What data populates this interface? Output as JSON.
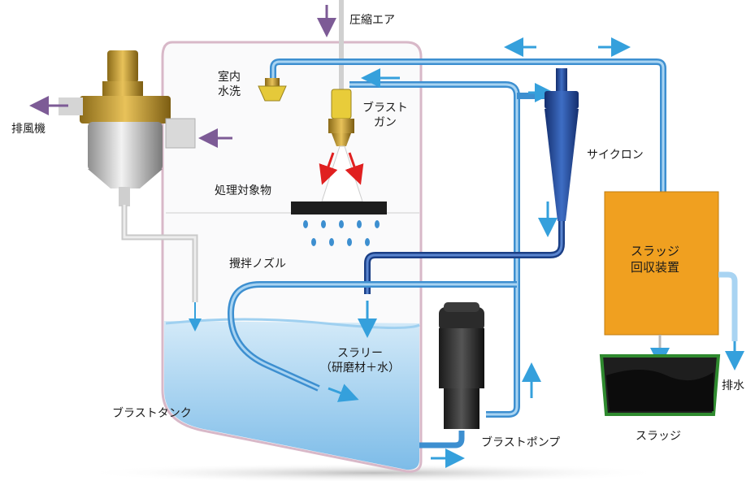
{
  "labels": {
    "compressed_air": "圧縮エア",
    "room_wash_line1": "室内",
    "room_wash_line2": "水洗",
    "blast_gun_line1": "ブラスト",
    "blast_gun_line2": "ガン",
    "exhaust": "排風機",
    "workpiece": "処理対象物",
    "cyclone": "サイクロン",
    "agitator_nozzle": "攪拌ノズル",
    "slurry_line1": "スラリー",
    "slurry_line2": "（研磨材＋水）",
    "blast_tank": "ブラストタンク",
    "blast_pump": "ブラストポンプ",
    "sludge_recovery_line1": "スラッジ",
    "sludge_recovery_line2": "回収装置",
    "drain": "排水",
    "sludge": "スラッジ"
  },
  "colors": {
    "pipe_blue": "#3d8fd0",
    "pipe_dark": "#1b3f86",
    "flow_arrow": "#35a0dc",
    "air_arrow": "#7d5b96",
    "spray_arrow": "#e02020",
    "recovery_box": "#f0a020",
    "sludge_tray": "#2f8a2f",
    "water": "#a8d3ef"
  }
}
